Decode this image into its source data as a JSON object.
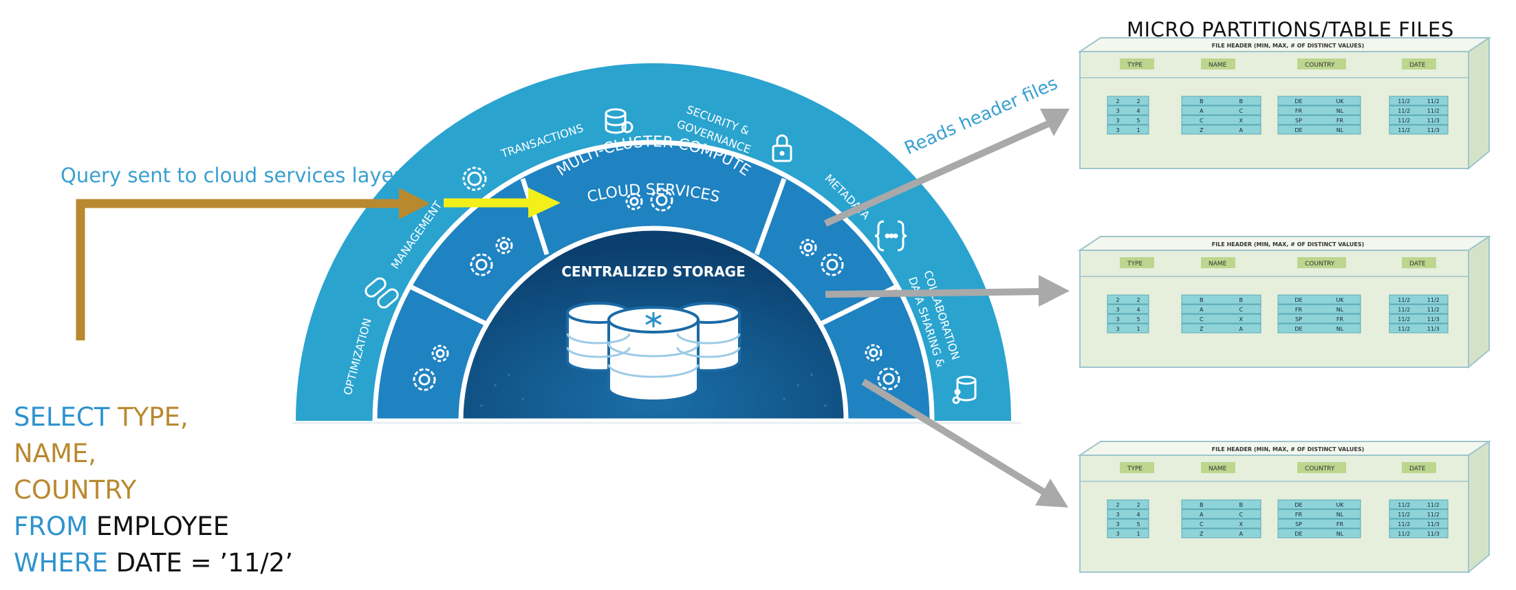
{
  "labels": {
    "query_sent": "Query sent to cloud services layer",
    "reads_header": "Reads header files",
    "micro_partitions": "MICRO PARTITIONS/TABLE FILES"
  },
  "architecture": {
    "cloud_services": "CLOUD SERVICES",
    "transactions": "TRANSACTIONS",
    "security": "SECURITY &",
    "governance": "GOVERNANCE",
    "metadata": "METADATA",
    "management": "MANAGEMENT",
    "optimization": "OPTIMIZATION",
    "data_sharing_1": "DATA SHARING &",
    "data_sharing_2": "COLLABORATION",
    "multi_cluster": "MULTI-CLUSTER COMPUTE",
    "centralized_storage": "CENTRALIZED STORAGE"
  },
  "sql": {
    "select_kw": "SELECT",
    "type_col": "TYPE,",
    "name_col": "NAME,",
    "country_col": "COUNTRY",
    "from_kw": "FROM",
    "table": "EMPLOYEE",
    "where_kw": "WHERE",
    "condition": "DATE = ’11/2’"
  },
  "partitions": [
    {
      "header": "FILE HEADER (MIN, MAX, # OF DISTINCT VALUES)",
      "columns": [
        "TYPE",
        "NAME",
        "COUNTRY",
        "DATE"
      ],
      "type_rows": [
        [
          "2",
          "2"
        ],
        [
          "3",
          "4"
        ],
        [
          "3",
          "5"
        ],
        [
          "3",
          "1"
        ]
      ],
      "name_rows": [
        [
          "B",
          "B"
        ],
        [
          "A",
          "C"
        ],
        [
          "C",
          "X"
        ],
        [
          "Z",
          "A"
        ]
      ],
      "country_rows": [
        [
          "DE",
          "UK"
        ],
        [
          "FR",
          "NL"
        ],
        [
          "SP",
          "FR"
        ],
        [
          "DE",
          "NL"
        ]
      ],
      "date_rows": [
        [
          "11/2",
          "11/2"
        ],
        [
          "11/2",
          "11/2"
        ],
        [
          "11/2",
          "11/3"
        ],
        [
          "11/2",
          "11/3"
        ]
      ]
    },
    {
      "header": "FILE HEADER (MIN, MAX, # OF DISTINCT VALUES)",
      "columns": [
        "TYPE",
        "NAME",
        "COUNTRY",
        "DATE"
      ],
      "type_rows": [
        [
          "2",
          "2"
        ],
        [
          "3",
          "4"
        ],
        [
          "3",
          "5"
        ],
        [
          "3",
          "1"
        ]
      ],
      "name_rows": [
        [
          "B",
          "B"
        ],
        [
          "A",
          "C"
        ],
        [
          "C",
          "X"
        ],
        [
          "Z",
          "A"
        ]
      ],
      "country_rows": [
        [
          "DE",
          "UK"
        ],
        [
          "FR",
          "NL"
        ],
        [
          "SP",
          "FR"
        ],
        [
          "DE",
          "NL"
        ]
      ],
      "date_rows": [
        [
          "11/2",
          "11/2"
        ],
        [
          "11/2",
          "11/2"
        ],
        [
          "11/2",
          "11/3"
        ],
        [
          "11/2",
          "11/3"
        ]
      ]
    },
    {
      "header": "FILE HEADER (MIN, MAX, # OF DISTINCT VALUES)",
      "columns": [
        "TYPE",
        "NAME",
        "COUNTRY",
        "DATE"
      ],
      "type_rows": [
        [
          "2",
          "2"
        ],
        [
          "3",
          "4"
        ],
        [
          "3",
          "5"
        ],
        [
          "3",
          "1"
        ]
      ],
      "name_rows": [
        [
          "B",
          "B"
        ],
        [
          "A",
          "C"
        ],
        [
          "C",
          "X"
        ],
        [
          "Z",
          "A"
        ]
      ],
      "country_rows": [
        [
          "DE",
          "UK"
        ],
        [
          "FR",
          "NL"
        ],
        [
          "SP",
          "FR"
        ],
        [
          "DE",
          "NL"
        ]
      ],
      "date_rows": [
        [
          "11/2",
          "11/2"
        ],
        [
          "11/2",
          "11/2"
        ],
        [
          "11/2",
          "11/3"
        ],
        [
          "11/2",
          "11/3"
        ]
      ]
    }
  ],
  "colors": {
    "outer_ring": "#2aa3cf",
    "middle_ring": "#2286c4",
    "inner_core": "#0e4a7c",
    "gold_arrow": "#b9892f",
    "yellow_arrow": "#f2ef1a",
    "gray_arrow": "#a9a9a9",
    "partition_fill": "#e6efdc",
    "cell_fill": "#8ed3d8"
  }
}
